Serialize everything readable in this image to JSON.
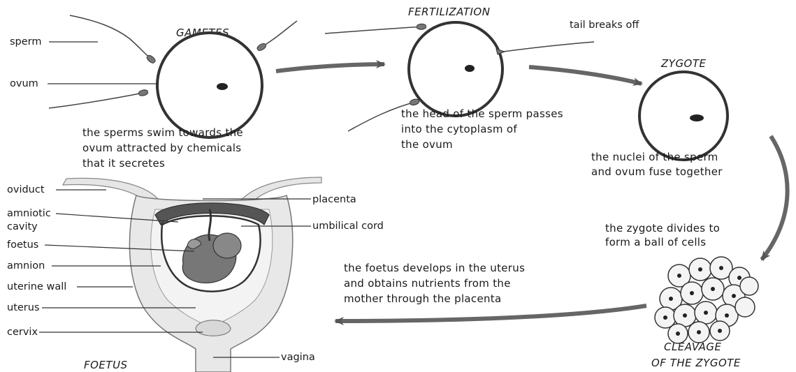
{
  "stages": {
    "gametes": "GAMETES",
    "fertilization": "FERTILIZATION",
    "zygote": "ZYGOTE",
    "cleavage": [
      "CLEAVAGE",
      "OF THE ZYGOTE"
    ],
    "foetus": "FOETUS"
  },
  "labels": {
    "sperm": "sperm",
    "ovum": "ovum",
    "tail_breaks_off": "tail breaks off",
    "oviduct": "oviduct",
    "amniotic_cavity": [
      "amniotic",
      "cavity"
    ],
    "foetus": "foetus",
    "amnion": "amnion",
    "uterine_wall": "uterine wall",
    "uterus": "uterus",
    "cervix": "cervix",
    "placenta": "placenta",
    "umbilical_cord": "umbilical cord",
    "vagina": "vagina"
  },
  "captions": {
    "gametes": [
      "the sperms swim towards the",
      "ovum attracted by chemicals",
      "that it secretes"
    ],
    "fertilization": [
      "the head of the sperm passes",
      "into the cytoplasm of",
      "the ovum"
    ],
    "zygote": [
      "the nuclei of the sperm",
      "and ovum fuse together"
    ],
    "cleavage": [
      "the zygote divides to",
      "form a ball of cells"
    ],
    "foetus": [
      "the foetus develops in the uterus",
      "and obtains nutrients from the",
      "mother through the placenta"
    ]
  }
}
